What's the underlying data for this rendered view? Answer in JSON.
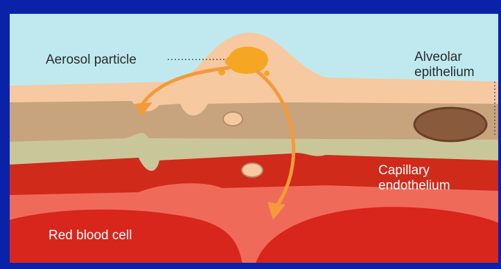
{
  "labels": {
    "aerosol_particle": "Aerosol particle",
    "alveolar_epithelium_line1": "Alveolar",
    "alveolar_epithelium_line2": "epithelium",
    "capillary_endothelium_line1": "Capillary",
    "capillary_endothelium_line2": "endothelium",
    "red_blood_cell": "Red blood cell"
  },
  "colors": {
    "frame": "#0a22a8",
    "air": "#bfe9ef",
    "epithelium": "#f6c9a0",
    "cell_layer": "#c8a47e",
    "interstitium": "#c9c79a",
    "endothelium": "#cf2a1a",
    "plasma": "#f06a5a",
    "red_blood_cell": "#d8261c",
    "particle": "#f5a623",
    "arrow": "#f39b3a",
    "nucleus": "#8a5a3c"
  }
}
